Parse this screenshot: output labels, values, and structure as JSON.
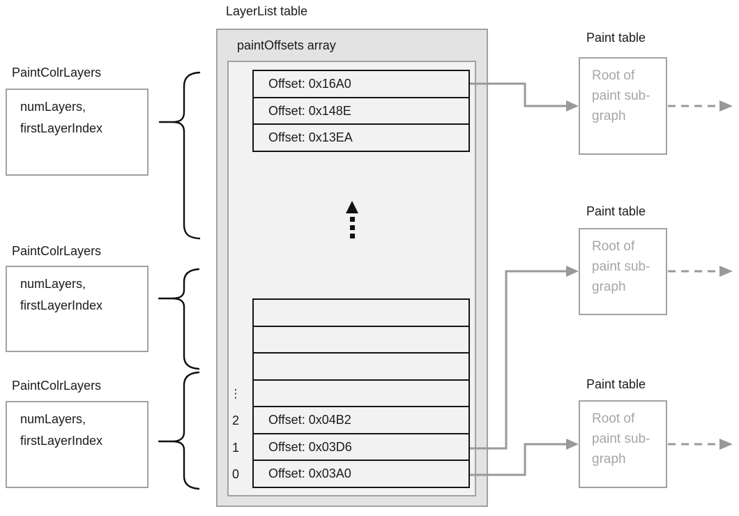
{
  "layerlist": {
    "title": "LayerList table",
    "array_label": "paintOffsets array",
    "top_offsets": [
      "Offset: 0x16A0",
      "Offset: 0x148E",
      "Offset: 0x13EA"
    ],
    "ellipsis": "⋮",
    "indexed_rows": [
      {
        "index": "2",
        "value": "Offset: 0x04B2"
      },
      {
        "index": "1",
        "value": "Offset: 0x03D6"
      },
      {
        "index": "0",
        "value": "Offset: 0x03A0"
      }
    ]
  },
  "paint_colr_layers": {
    "title": "PaintColrLayers",
    "fields": [
      "numLayers,",
      "firstLayerIndex"
    ]
  },
  "paint_table": {
    "title": "Paint table",
    "body": "Root of paint sub-graph"
  },
  "colors": {
    "outer_fill": "#e3e3e3",
    "inner_fill": "#f2f2f2",
    "border_gray": "#a1a1a1",
    "line_gray": "#999999",
    "text_gray": "#a6a6a6",
    "text_black": "#1a1a1a",
    "row_border_black": "#141414"
  }
}
